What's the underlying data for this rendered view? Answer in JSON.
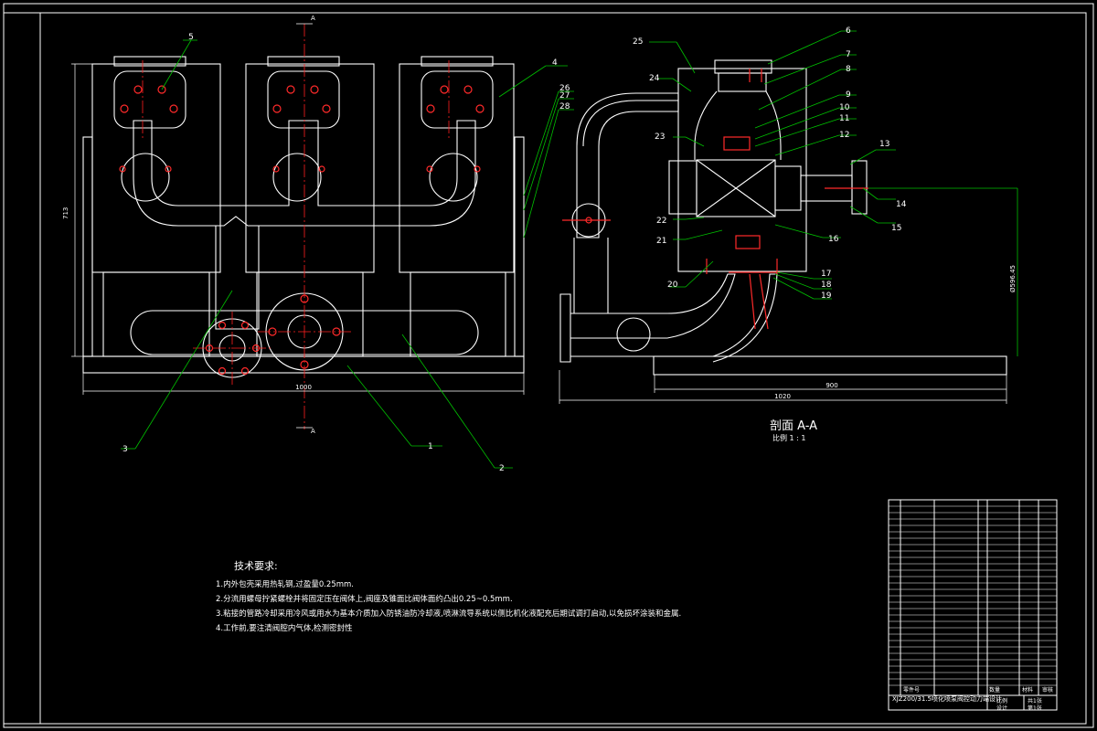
{
  "colors": {
    "background": "#000000",
    "line": "#ffffff",
    "leader": "#00c000",
    "center": "#ff0000",
    "flange": "#ff2a2a"
  },
  "view_labels": {
    "section_marker_top": "A",
    "section_marker_bottom": "A"
  },
  "dimensions": {
    "front_width": "1000",
    "front_height": "713",
    "side_width": "1020",
    "side_sub_width": "900",
    "side_height": "Ø596.45"
  },
  "part_callouts": [
    "1",
    "2",
    "3",
    "4",
    "5",
    "6",
    "7",
    "8",
    "9",
    "10",
    "11",
    "12",
    "13",
    "14",
    "15",
    "16",
    "17",
    "18",
    "19",
    "20",
    "21",
    "22",
    "23",
    "24",
    "25",
    "26",
    "27",
    "28"
  ],
  "section": {
    "title": "剖面  A-A",
    "scale": "比例 1 : 1"
  },
  "tech_requirements": {
    "title": "技术要求:",
    "items": [
      "1.内外包壳采用热轧钢,过盈量0.25mm.",
      "2.分流用螺母拧紧螺栓并将固定压在阀体上,阀座及锥面比阀体面约凸出0.25~0.5mm.",
      "3.粘接的管路冷却采用冷风或用水为基本介质加入防锈油防冷却液,喷淋流导系统以侧比机化液配充后期试调打启动,以免损坏涂装和金属.",
      "4.工作前,要注清阀腔内气体,检测密封性"
    ]
  },
  "title_block": {
    "drawing_name": "XJZ200/31.5喷化喷泵阀控动力端设计",
    "scale_label": "比例",
    "sheet_label": "共1张",
    "revision": "第1张",
    "designer_label": "设计",
    "checker_label": "审核",
    "material_label": "材料",
    "qty_label": "数量",
    "part_label": "零件号"
  }
}
